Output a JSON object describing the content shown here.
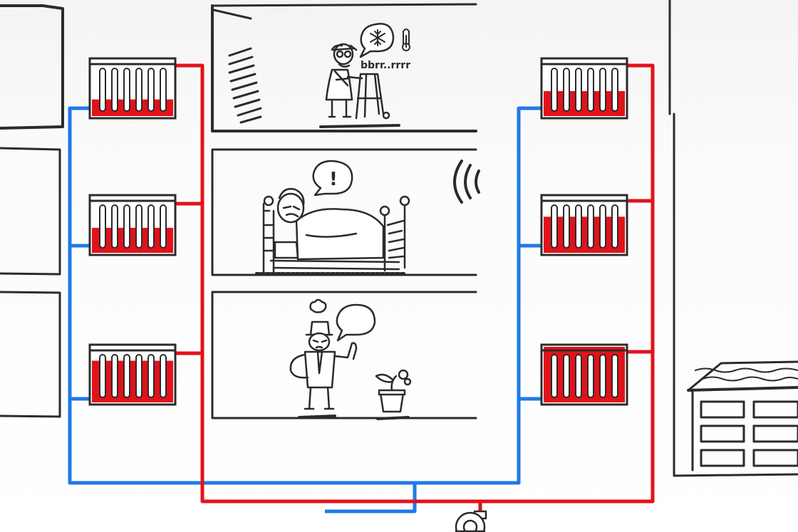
{
  "colors": {
    "hot": "#e2121a",
    "cold": "#1f7ae8",
    "ink": "#2b2b2b",
    "paper": "#ffffff"
  },
  "speech": {
    "shiver": "bbrr..rrrr",
    "alarm": "!"
  },
  "radiators": [
    {
      "side": "left",
      "floor": "top",
      "fill": 0.3
    },
    {
      "side": "left",
      "floor": "middle",
      "fill": 0.45
    },
    {
      "side": "left",
      "floor": "bottom",
      "fill": 0.75
    },
    {
      "side": "right",
      "floor": "top",
      "fill": 0.45
    },
    {
      "side": "right",
      "floor": "middle",
      "fill": 0.65
    },
    {
      "side": "right",
      "floor": "bottom",
      "fill": 1.0
    }
  ],
  "icons": [
    "snowflake-icon",
    "thermometer-icon",
    "sound-waves-icon",
    "steam-cloud-icon",
    "pump-icon",
    "flower-pot-icon"
  ]
}
